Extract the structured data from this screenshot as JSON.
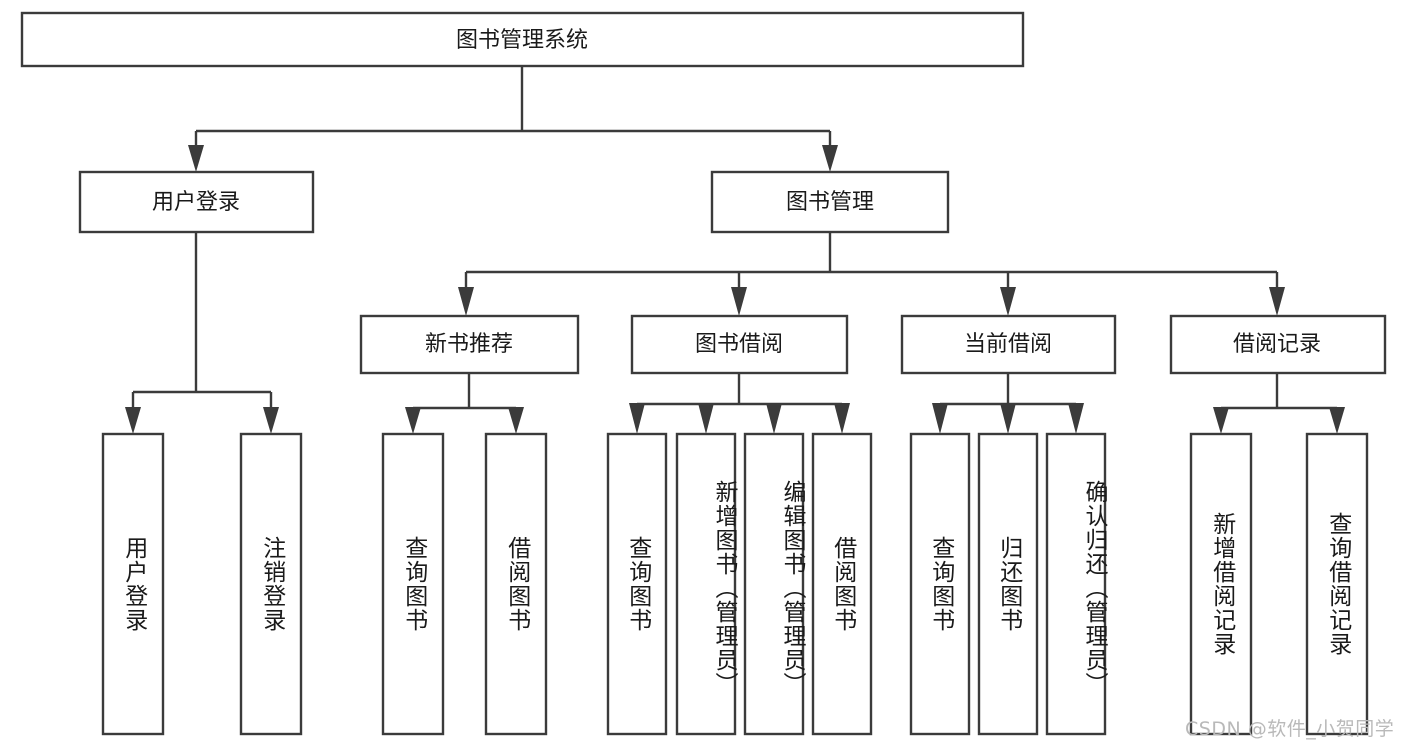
{
  "diagram": {
    "title": "图书管理系统",
    "watermark": "CSDN @软件_小贺同学",
    "colors": {
      "stroke": "#3b3b3b",
      "fill": "#ffffff",
      "text": "#1a1a1a",
      "watermark": "#b9b9b9"
    },
    "root": {
      "label": "图书管理系统"
    },
    "level2": [
      {
        "label": "用户登录"
      },
      {
        "label": "图书管理"
      }
    ],
    "level3": [
      {
        "label": "新书推荐"
      },
      {
        "label": "图书借阅"
      },
      {
        "label": "当前借阅"
      },
      {
        "label": "借阅记录"
      }
    ],
    "leaves": {
      "user_login": [
        {
          "label": "用户登录"
        },
        {
          "label": "注销登录"
        }
      ],
      "new_book": [
        {
          "label": "查询图书"
        },
        {
          "label": "借阅图书"
        }
      ],
      "book_borrow": [
        {
          "label": "查询图书"
        },
        {
          "label": "新增图书（管理员）"
        },
        {
          "label": "编辑图书（管理员）"
        },
        {
          "label": "借阅图书"
        }
      ],
      "current_borrow": [
        {
          "label": "查询图书"
        },
        {
          "label": "归还图书"
        },
        {
          "label": "确认归还（管理员）"
        }
      ],
      "borrow_record": [
        {
          "label": "新增借阅记录"
        },
        {
          "label": "查询借阅记录"
        }
      ]
    }
  },
  "chart_data": {
    "type": "tree",
    "title": "图书管理系统",
    "nodes": [
      {
        "id": "root",
        "label": "图书管理系统",
        "level": 0,
        "parent": null
      },
      {
        "id": "n1",
        "label": "用户登录",
        "level": 1,
        "parent": "root"
      },
      {
        "id": "n2",
        "label": "图书管理",
        "level": 1,
        "parent": "root"
      },
      {
        "id": "n1a",
        "label": "用户登录",
        "level": 2,
        "parent": "n1"
      },
      {
        "id": "n1b",
        "label": "注销登录",
        "level": 2,
        "parent": "n1"
      },
      {
        "id": "n2a",
        "label": "新书推荐",
        "level": 2,
        "parent": "n2"
      },
      {
        "id": "n2b",
        "label": "图书借阅",
        "level": 2,
        "parent": "n2"
      },
      {
        "id": "n2c",
        "label": "当前借阅",
        "level": 2,
        "parent": "n2"
      },
      {
        "id": "n2d",
        "label": "借阅记录",
        "level": 2,
        "parent": "n2"
      },
      {
        "id": "n2a1",
        "label": "查询图书",
        "level": 3,
        "parent": "n2a"
      },
      {
        "id": "n2a2",
        "label": "借阅图书",
        "level": 3,
        "parent": "n2a"
      },
      {
        "id": "n2b1",
        "label": "查询图书",
        "level": 3,
        "parent": "n2b"
      },
      {
        "id": "n2b2",
        "label": "新增图书（管理员）",
        "level": 3,
        "parent": "n2b"
      },
      {
        "id": "n2b3",
        "label": "编辑图书（管理员）",
        "level": 3,
        "parent": "n2b"
      },
      {
        "id": "n2b4",
        "label": "借阅图书",
        "level": 3,
        "parent": "n2b"
      },
      {
        "id": "n2c1",
        "label": "查询图书",
        "level": 3,
        "parent": "n2c"
      },
      {
        "id": "n2c2",
        "label": "归还图书",
        "level": 3,
        "parent": "n2c"
      },
      {
        "id": "n2c3",
        "label": "确认归还（管理员）",
        "level": 3,
        "parent": "n2c"
      },
      {
        "id": "n2d1",
        "label": "新增借阅记录",
        "level": 3,
        "parent": "n2d"
      },
      {
        "id": "n2d2",
        "label": "查询借阅记录",
        "level": 3,
        "parent": "n2d"
      }
    ]
  }
}
